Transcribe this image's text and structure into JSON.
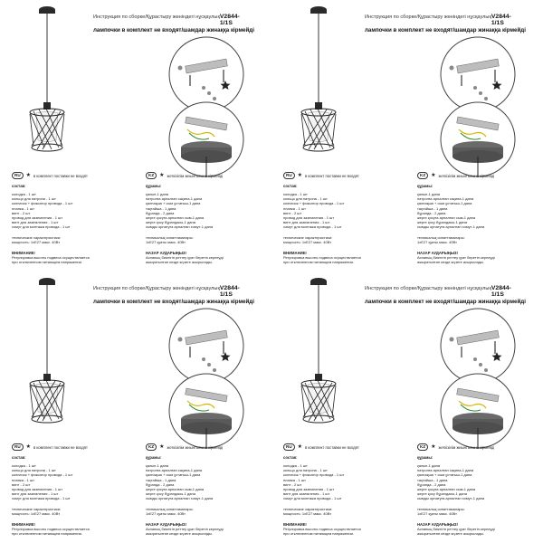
{
  "header": {
    "title": "Инструкция по сборке/Құрастыру жөніндегі нұсқаулық",
    "model": "V2844-1/1S",
    "subtitle": "лампочки в комплект не входят/шамдар жинаққа кірмейді"
  },
  "ru": {
    "badge": "RU",
    "note": "в комплект поставки не входят",
    "heading": "состав:",
    "items": [
      "колодка - 1 шт",
      "кольцо для патрона - 1 шт",
      "колпачок + фиксатор провода - 1 шт",
      "планка - 1 шт",
      "винт - 2 шт",
      "провод для заземления - 1 шт",
      "винт для заземления - 1 шт",
      "хомут для монтажа провода - 1 шт"
    ],
    "tech_heading": "технические характеристики:",
    "tech_value": "мощность: 1хЕ27 макс. 40Вт",
    "warn_heading": "ВНИМАНИЕ!",
    "warn_lines": [
      "Регулировка высоты подвеса осуществляется",
      "при отключенном питающем напряжении."
    ]
  },
  "kz": {
    "badge": "KZ",
    "note": "жеткізілім жиынтығына кірмейді",
    "heading": "құрамы:",
    "items": [
      "қалып-1 дана",
      "патронға арналған сақина-1 дана",
      "қалпақша + сым ұстағыш-1 дана",
      "тақтайша - 1 дана",
      "бұранда - 2 дана",
      "жерге қосуға арналған сым-1 дана",
      "жерге қосу бұрандасы-1 дана",
      "сымды орнатуға арналған хомут-1 дана"
    ],
    "tech_heading": "техникалық сипаттамалары:",
    "tech_value": "1хЕ27 қуаты макс. 40Вт",
    "warn_heading": "НАЗАР АУДАРЫҢЫЗ!",
    "warn_lines": [
      "Аспаның биіктігін реттеу қуат беретін кернеуді",
      "ажыратылған кезде жүзеге асырылады."
    ]
  }
}
